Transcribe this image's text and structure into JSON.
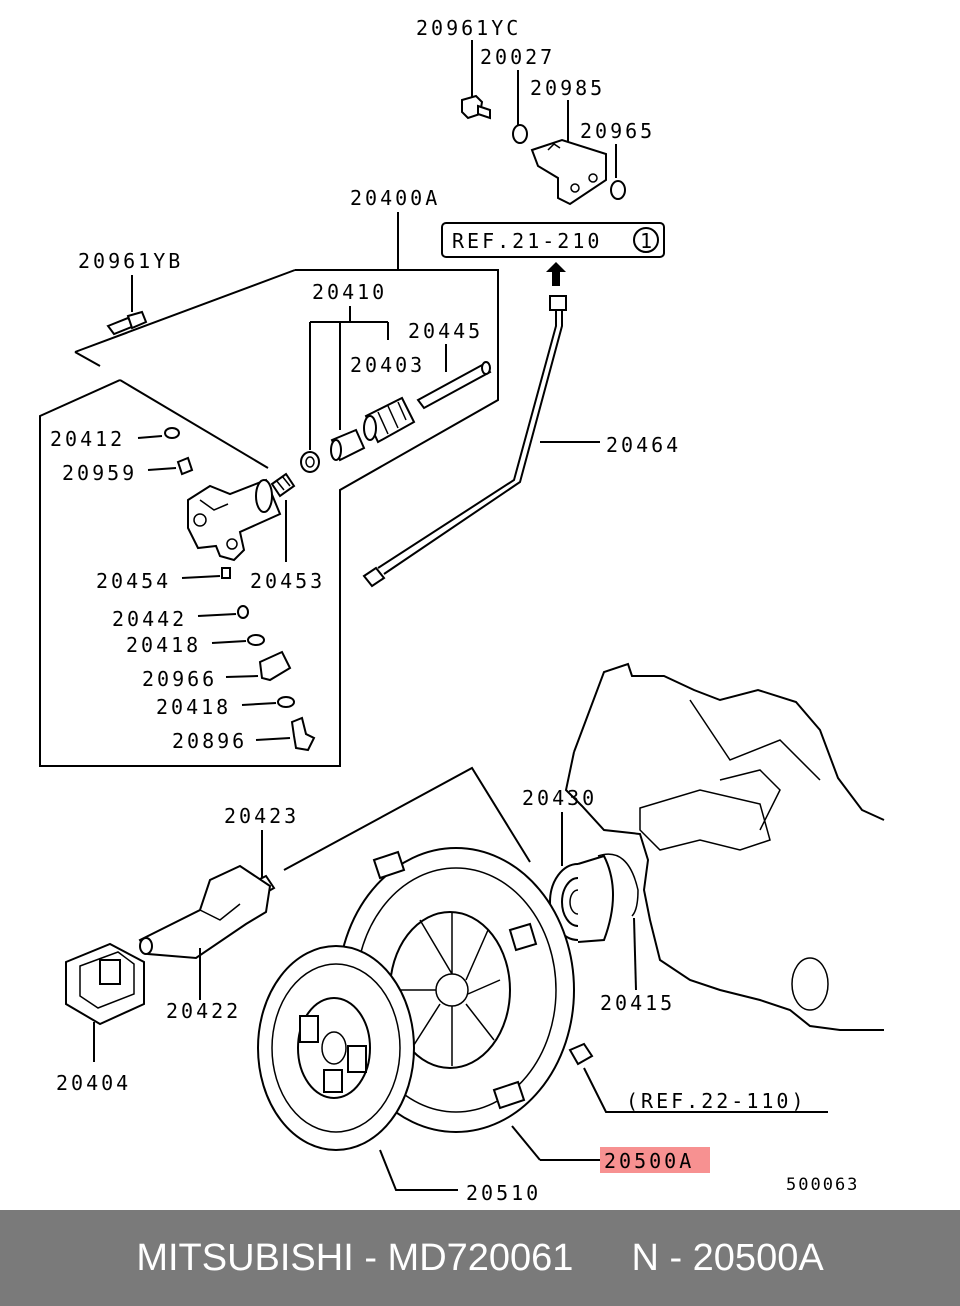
{
  "labels": {
    "p20961yc": "20961YC",
    "p20027": "20027",
    "p20985": "20985",
    "p20965": "20965",
    "p20400a": "20400A",
    "ref1": "REF.21-210",
    "ref1_circle": "1",
    "p20961yb": "20961YB",
    "p20410": "20410",
    "p20445": "20445",
    "p20403": "20403",
    "p20412": "20412",
    "p20959": "20959",
    "p20464": "20464",
    "p20454": "20454",
    "p20453": "20453",
    "p20442": "20442",
    "p20418a": "20418",
    "p20966": "20966",
    "p20418b": "20418",
    "p20896": "20896",
    "p20430": "20430",
    "p20423": "20423",
    "p20415": "20415",
    "p20422": "20422",
    "ref2": "(REF.22-110)",
    "p20404": "20404",
    "p20500a": "20500A",
    "p20510": "20510",
    "diagram_id": "500063"
  },
  "footer": {
    "brand_part": "MITSUBISHI - MD720061",
    "ref": "N - 20500A"
  },
  "colors": {
    "highlight": "#f79191",
    "footer_bg": "#7a7a7a"
  }
}
